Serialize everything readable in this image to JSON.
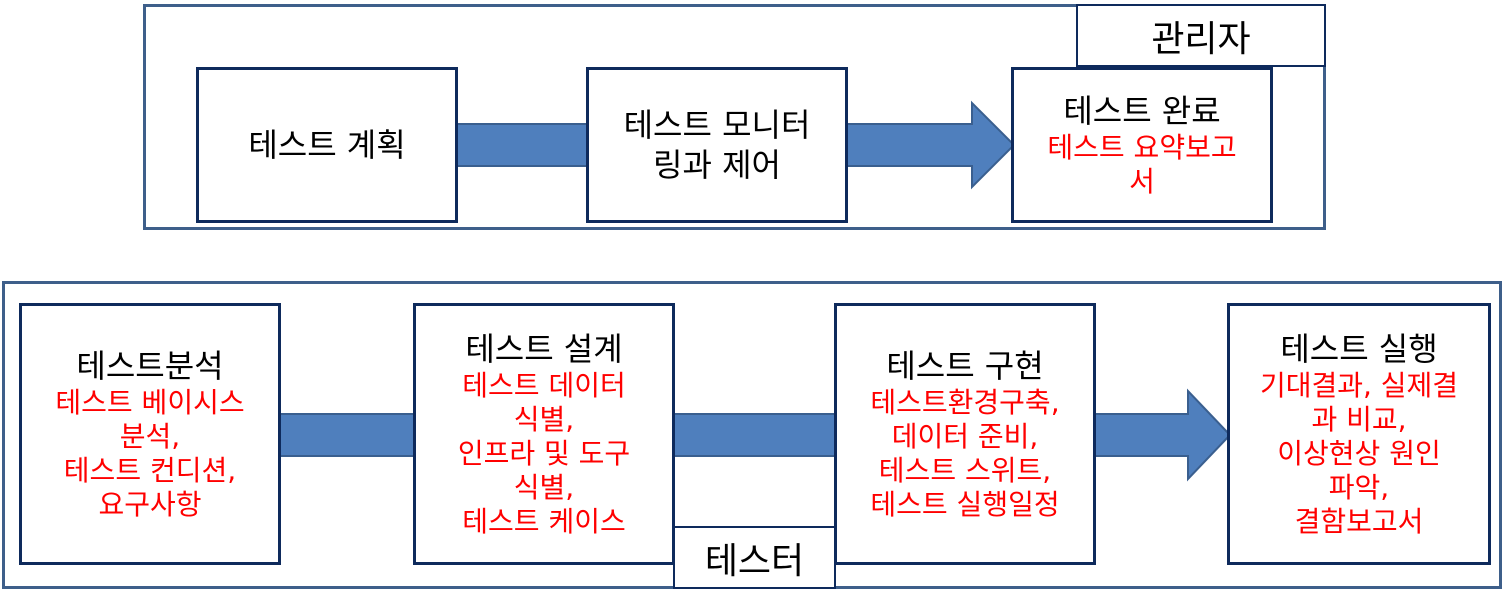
{
  "manager_group": {
    "label": "관리자",
    "steps": [
      {
        "title": "테스트 계획",
        "detail": ""
      },
      {
        "title": "테스트 모니터\n링과 제어",
        "detail": ""
      },
      {
        "title": "테스트 완료",
        "detail": "테스트 요약보고\n서"
      }
    ]
  },
  "tester_group": {
    "label": "테스터",
    "steps": [
      {
        "title": "테스트분석",
        "detail": "테스트 베이시스\n분석,\n테스트 컨디션,\n요구사항"
      },
      {
        "title": "테스트 설계",
        "detail": "테스트 데이터\n식별,\n인프라 및 도구\n식별,\n테스트 케이스"
      },
      {
        "title": "테스트 구현",
        "detail": "테스트환경구축,\n데이터 준비,\n테스트 스위트,\n테스트 실행일정"
      },
      {
        "title": "테스트 실행",
        "detail": "기대결과, 실제결\n과 비교,\n이상현상 원인\n파악,\n결함보고서"
      }
    ]
  },
  "colors": {
    "arrow_fill": "#4f7fbd",
    "arrow_stroke": "#3a5f8f",
    "box_border": "#0e2a5c",
    "group_border": "#3e5f8a",
    "detail_text": "#ff0000"
  }
}
